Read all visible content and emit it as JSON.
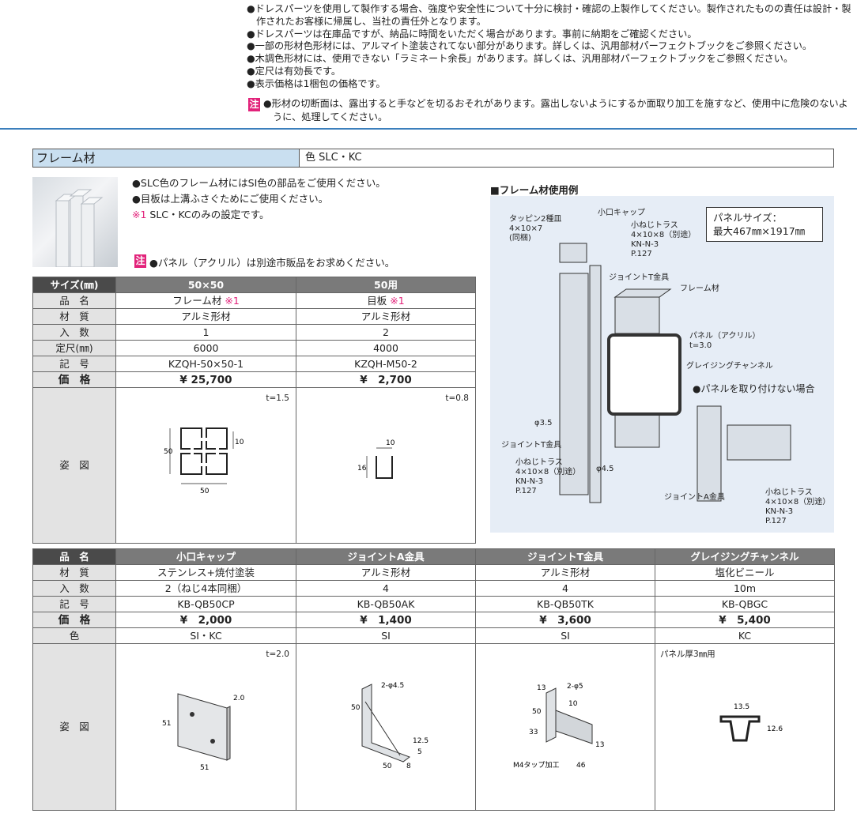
{
  "notes": [
    "●ドレスパーツを使用して製作する場合、強度や安全性について十分に検討・確認の上製作してください。製作されたものの責任は設計・製",
    "作されたお客様に帰属し、当社の責任外となります。",
    "●ドレスパーツは在庫品ですが、納品に時間をいただく場合があります。事前に納期をご確認ください。",
    "●一部の形材色形材には、アルマイト塗装されてない部分があります。詳しくは、汎用部材パーフェクトブックをご参照ください。",
    "●木調色形材には、使用できない「ラミネート余長」があります。詳しくは、汎用部材パーフェクトブックをご参照ください。",
    "●定尺は有効長です。",
    "●表示価格は1梱包の価格です。"
  ],
  "caution_mark": "注",
  "caution": [
    "●形材の切断面は、露出すると手などを切るおそれがあります。露出しないようにするか面取り加工を施すなど、使用中に危険のないよ",
    "うに、処理してください。"
  ],
  "section": {
    "title": "フレーム材",
    "color_label": "色  SLC・KC"
  },
  "frame_notes": [
    "●SLC色のフレーム材にはSI色の部品をご使用ください。",
    "●目板は上溝ふさぐためにご使用ください。"
  ],
  "frame_note3_mark": "※1",
  "frame_note3_text": " SLC・KCのみの設定です。",
  "panel_note": "●パネル（アクリル）は別途市販品をお求めください。",
  "table1": {
    "head": [
      "サイズ(㎜)",
      "50×50",
      "50用"
    ],
    "rows": [
      {
        "label": "品　名",
        "cells": [
          "フレーム材",
          "目板"
        ],
        "marks": [
          "※1",
          "※1"
        ]
      },
      {
        "label": "材　質",
        "cells": [
          "アルミ形材",
          "アルミ形材"
        ]
      },
      {
        "label": "入　数",
        "cells": [
          "1",
          "2"
        ]
      },
      {
        "label": "定尺(㎜)",
        "cells": [
          "6000",
          "4000"
        ]
      },
      {
        "label": "記　号",
        "cells": [
          "KZQH-50×50-1",
          "KZQH-M50-2"
        ]
      },
      {
        "label": "価　格",
        "cells": [
          "¥ 25,700",
          "¥　2,700"
        ]
      }
    ],
    "fig_label": "姿　図",
    "thickness": [
      "t=1.5",
      "t=0.8"
    ],
    "dims_frame": [
      "50",
      "50",
      "10"
    ],
    "dims_plate": [
      "10",
      "16"
    ]
  },
  "example": {
    "title": "■フレーム材使用例",
    "panel_size": [
      "パネルサイズ：",
      "最大467㎜×1917㎜"
    ],
    "callouts": [
      "タッピン2種皿",
      "4×10×7",
      "(同梱)",
      "小口キャップ",
      "小ねじトラス",
      "4×10×8（別途）",
      "KN-N-3",
      "P.127",
      "ジョイントT金具",
      "フレーム材",
      "パネル（アクリル）",
      "t=3.0",
      "グレイジングチャンネル",
      "●パネルを取り付けない場合",
      "φ3.5",
      "ジョイントT金具",
      "小ねじトラス",
      "4×10×8（別途）",
      "KN-N-3",
      "P.127",
      "φ4.5",
      "ジョイントA金具",
      "小ねじトラス",
      "4×10×8（別途）",
      "KN-N-3",
      "P.127"
    ]
  },
  "table2": {
    "rows": [
      {
        "label": "品　名",
        "cells": [
          "小口キャップ",
          "ジョイントA金具",
          "ジョイントT金具",
          "グレイジングチャンネル"
        ]
      },
      {
        "label": "材　質",
        "cells": [
          "ステンレス+焼付塗装",
          "アルミ形材",
          "アルミ形材",
          "塩化ビニール"
        ]
      },
      {
        "label": "入　数",
        "cells": [
          "2（ねじ4本同梱）",
          "4",
          "4",
          "10m"
        ]
      },
      {
        "label": "記　号",
        "cells": [
          "KB-QB50CP",
          "KB-QB50AK",
          "KB-QB50TK",
          "KB-QBGC"
        ]
      },
      {
        "label": "価　格",
        "cells": [
          "¥　2,000",
          "¥　1,400",
          "¥　3,600",
          "¥　5,400"
        ]
      },
      {
        "label": "色",
        "cells": [
          "SI・KC",
          "SI",
          "SI",
          "KC"
        ]
      }
    ],
    "fig_label": "姿　図",
    "cap_thickness": "t=2.0",
    "channel_note": "パネル厚3㎜用",
    "cap_dims": [
      "51",
      "2.0",
      "51"
    ],
    "a_dims": [
      "2-φ4.5",
      "50",
      "12.5",
      "5",
      "50",
      "8"
    ],
    "t_dims": [
      "2-φ5",
      "13",
      "50",
      "10",
      "33",
      "13",
      "M4タップ加工",
      "46"
    ],
    "gc_dims": [
      "13.5",
      "12.6"
    ]
  },
  "colors": {
    "accent": "#3b7fbc",
    "pink": "#e2227a",
    "header_bg": "#c9dff0"
  }
}
